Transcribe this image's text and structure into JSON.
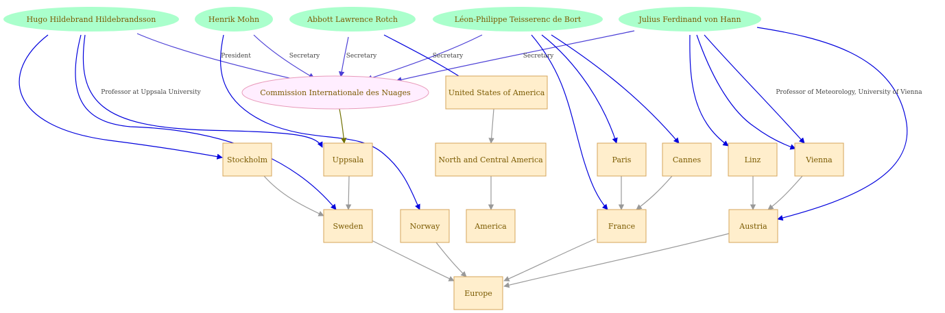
{
  "graph": {
    "people": [
      {
        "id": "hildebrandsson",
        "name": "Hugo Hildebrand Hildebrandsson"
      },
      {
        "id": "mohn",
        "name": "Henrik Mohn"
      },
      {
        "id": "rotch",
        "name": "Abbott Lawrence Rotch"
      },
      {
        "id": "teisserenc",
        "name": "Léon-Philippe Teisserenc de Bort"
      },
      {
        "id": "hann",
        "name": "Julius Ferdinand von Hann"
      }
    ],
    "organization": {
      "id": "commission",
      "name": "Commission Internationale des Nuages"
    },
    "places": [
      {
        "id": "usa",
        "name": "United States of America"
      },
      {
        "id": "stockholm",
        "name": "Stockholm"
      },
      {
        "id": "uppsala",
        "name": "Uppsala"
      },
      {
        "id": "nca",
        "name": "North and Central America"
      },
      {
        "id": "paris",
        "name": "Paris"
      },
      {
        "id": "cannes",
        "name": "Cannes"
      },
      {
        "id": "linz",
        "name": "Linz"
      },
      {
        "id": "vienna",
        "name": "Vienna"
      },
      {
        "id": "sweden",
        "name": "Sweden"
      },
      {
        "id": "norway",
        "name": "Norway"
      },
      {
        "id": "america",
        "name": "America"
      },
      {
        "id": "france",
        "name": "France"
      },
      {
        "id": "austria",
        "name": "Austria"
      },
      {
        "id": "europe",
        "name": "Europe"
      }
    ],
    "edges": [
      {
        "id": "e1",
        "from": "hildebrandsson",
        "to": "commission",
        "label": "President",
        "kind": "role"
      },
      {
        "id": "e2",
        "from": "mohn",
        "to": "commission",
        "label": "Secretary",
        "kind": "role"
      },
      {
        "id": "e3",
        "from": "rotch",
        "to": "commission",
        "label": "Secretary",
        "kind": "role"
      },
      {
        "id": "e4",
        "from": "teisserenc",
        "to": "commission",
        "label": "Secretary",
        "kind": "role"
      },
      {
        "id": "e5",
        "from": "hann",
        "to": "commission",
        "label": "Secretary",
        "kind": "role"
      },
      {
        "id": "e6",
        "from": "hildebrandsson",
        "to": "uppsala",
        "label": "Professor at Uppsala University",
        "kind": "bio"
      },
      {
        "id": "e7",
        "from": "hann",
        "to": "vienna",
        "label": "Professor of Meteorology, University of Vienna",
        "kind": "bio"
      },
      {
        "id": "e8",
        "from": "hildebrandsson",
        "to": "stockholm",
        "label": "",
        "kind": "bio"
      },
      {
        "id": "e9",
        "from": "hildebrandsson",
        "to": "sweden",
        "label": "",
        "kind": "bio"
      },
      {
        "id": "e10",
        "from": "mohn",
        "to": "norway",
        "label": "",
        "kind": "bio"
      },
      {
        "id": "e11",
        "from": "rotch",
        "to": "usa",
        "label": "",
        "kind": "bio"
      },
      {
        "id": "e12",
        "from": "teisserenc",
        "to": "paris",
        "label": "",
        "kind": "bio"
      },
      {
        "id": "e13",
        "from": "teisserenc",
        "to": "cannes",
        "label": "",
        "kind": "bio"
      },
      {
        "id": "e14",
        "from": "teisserenc",
        "to": "france",
        "label": "",
        "kind": "bio"
      },
      {
        "id": "e15",
        "from": "hann",
        "to": "linz",
        "label": "",
        "kind": "bio"
      },
      {
        "id": "e16",
        "from": "hann",
        "to": "vienna",
        "label": "",
        "kind": "bio"
      },
      {
        "id": "e17",
        "from": "hann",
        "to": "austria",
        "label": "",
        "kind": "bio"
      },
      {
        "id": "e18",
        "from": "commission",
        "to": "uppsala",
        "label": "",
        "kind": "seat"
      },
      {
        "id": "e19",
        "from": "usa",
        "to": "nca",
        "label": "",
        "kind": "geo"
      },
      {
        "id": "e20",
        "from": "nca",
        "to": "america",
        "label": "",
        "kind": "geo"
      },
      {
        "id": "e21",
        "from": "stockholm",
        "to": "sweden",
        "label": "",
        "kind": "geo"
      },
      {
        "id": "e22",
        "from": "uppsala",
        "to": "sweden",
        "label": "",
        "kind": "geo"
      },
      {
        "id": "e23",
        "from": "paris",
        "to": "france",
        "label": "",
        "kind": "geo"
      },
      {
        "id": "e24",
        "from": "cannes",
        "to": "france",
        "label": "",
        "kind": "geo"
      },
      {
        "id": "e25",
        "from": "linz",
        "to": "austria",
        "label": "",
        "kind": "geo"
      },
      {
        "id": "e26",
        "from": "vienna",
        "to": "austria",
        "label": "",
        "kind": "geo"
      },
      {
        "id": "e27",
        "from": "sweden",
        "to": "europe",
        "label": "",
        "kind": "geo"
      },
      {
        "id": "e28",
        "from": "norway",
        "to": "europe",
        "label": "",
        "kind": "geo"
      },
      {
        "id": "e29",
        "from": "france",
        "to": "europe",
        "label": "",
        "kind": "geo"
      },
      {
        "id": "e30",
        "from": "austria",
        "to": "europe",
        "label": "",
        "kind": "geo"
      }
    ],
    "colors": {
      "person_fill": "#aaffcc",
      "organization_fill": "#ffeeff",
      "organization_stroke": "#e89aba",
      "place_fill": "#ffeecc",
      "place_stroke": "#d6a45a",
      "role_edge": "#4b3fd6",
      "bio_edge": "#0000dd",
      "seat_edge": "#707000",
      "geo_edge": "#999999",
      "label_text": "#7a5a00"
    }
  }
}
